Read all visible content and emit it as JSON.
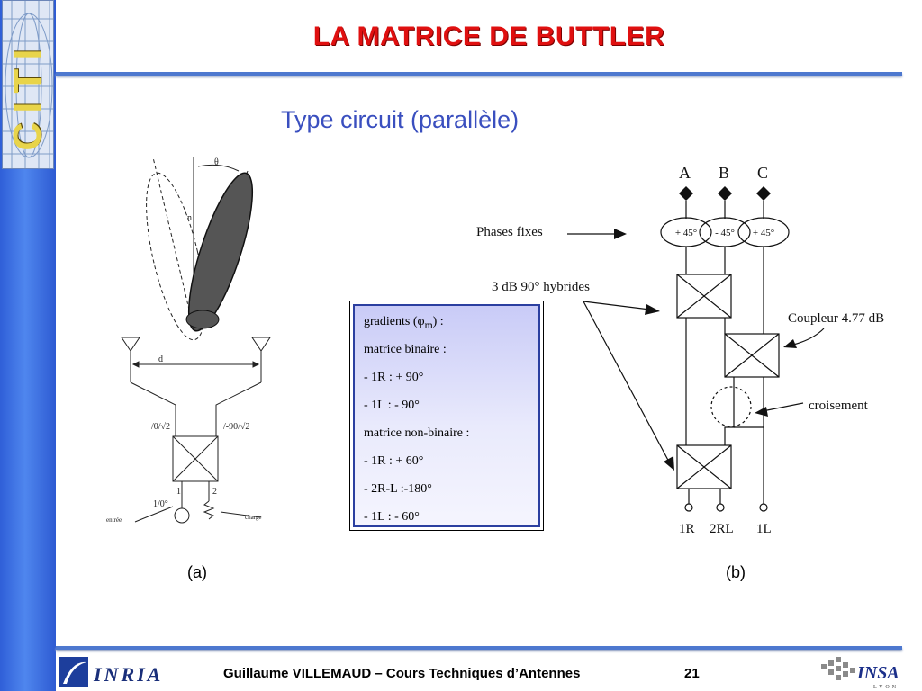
{
  "slide": {
    "title": "LA MATRICE DE BUTTLER",
    "subtitle": "Type circuit (parallèle)",
    "logo_text": "CITI",
    "footer": "Guillaume VILLEMAUD – Cours Techniques d’Antennes",
    "page_number": "21"
  },
  "diagram_a": {
    "caption": "(a)",
    "theta": "θ",
    "normal": "n",
    "d_label": "d",
    "phase_left": "/0/√2",
    "phase_right": "/-90/√2",
    "port1": "1",
    "port2": "2",
    "input_phase": "1/0°",
    "entree": "entrée",
    "charge": "charge"
  },
  "diagram_b": {
    "caption": "(b)",
    "ports_top": [
      "A",
      "B",
      "C"
    ],
    "phases": [
      "+ 45°",
      "- 45°",
      "+ 45°"
    ],
    "phases_fixes": "Phases fixes",
    "hybrides": "3 dB 90° hybrides",
    "coupleur": "Coupleur 4.77 dB",
    "croisement": "croisement",
    "ports_bottom": [
      "1R",
      "2RL",
      "1L"
    ]
  },
  "infobox": {
    "line1_prefix": "gradients (φ",
    "line1_sub": "m",
    "line1_suffix": ") :",
    "line2": "matrice binaire :",
    "line3": "- 1R : + 90°",
    "line4": "- 1L : - 90°",
    "line5": "matrice non-binaire :",
    "line6": "- 1R : + 60°",
    "line7": "- 2R-L :-180°",
    "line8": "- 1L : - 60°"
  },
  "logos": {
    "inria": "INRIA",
    "insa": "INSA",
    "insa_sub": "LYON"
  },
  "colors": {
    "title": "#e01010",
    "subtitle": "#3a4fbf",
    "sidebar": "#3b6de0",
    "rule": "#4d78cf"
  }
}
